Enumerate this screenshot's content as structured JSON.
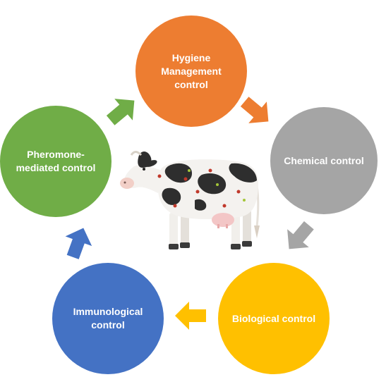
{
  "nodes": [
    {
      "id": "hygiene",
      "label": "Hygiene Management control",
      "color": "#ED7D31"
    },
    {
      "id": "chemical",
      "label": "Chemical control",
      "color": "#A5A5A5"
    },
    {
      "id": "biological",
      "label": "Biological control",
      "color": "#FFC000"
    },
    {
      "id": "immunological",
      "label": "Immunological control",
      "color": "#4472C4"
    },
    {
      "id": "pheromone",
      "label": "Pheromone-mediated control",
      "color": "#70AD47"
    }
  ],
  "center_image": "dairy-cow-with-ticks",
  "cycle_direction": "clockwise"
}
